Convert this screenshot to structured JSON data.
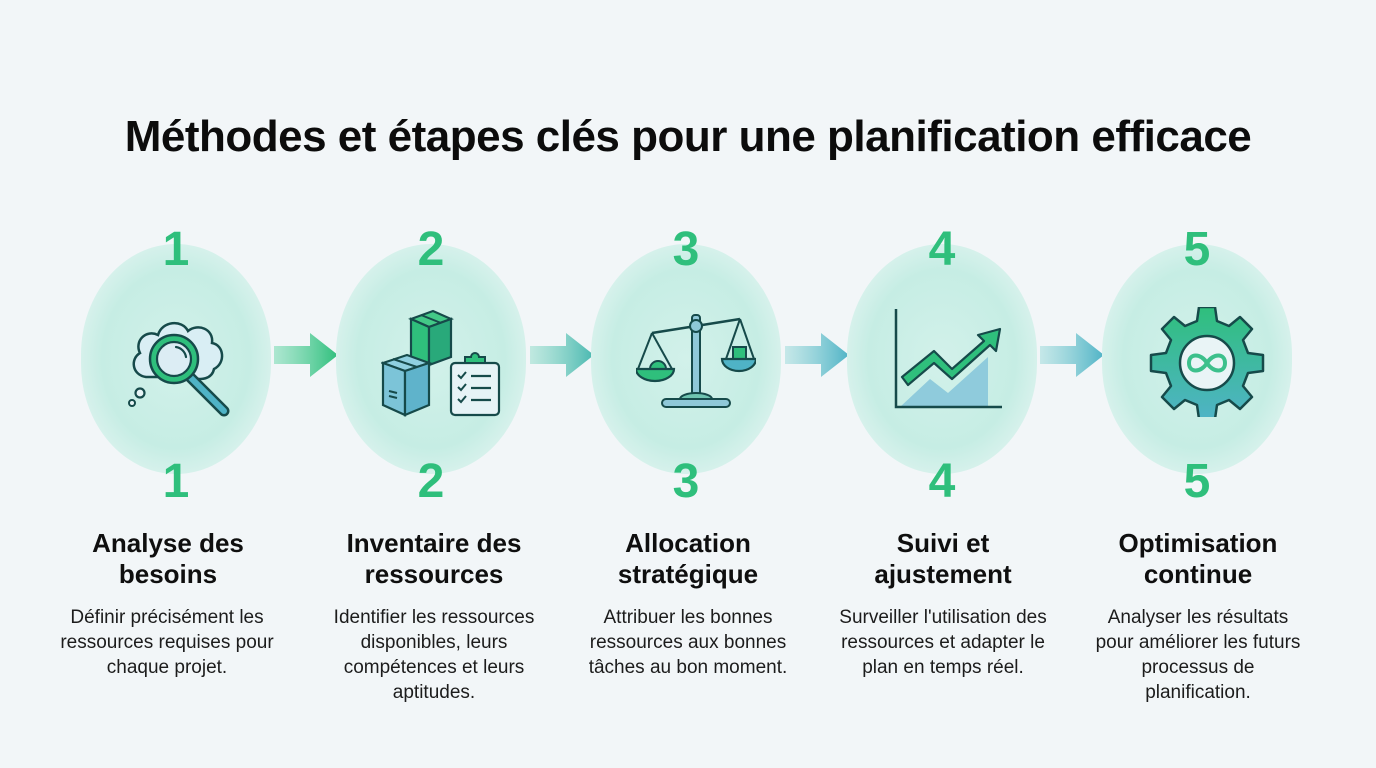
{
  "title": "Méthodes et étapes clés pour une planification efficace",
  "colors": {
    "background": "#f2f6f8",
    "accent_green": "#2fbf7c",
    "accent_teal": "#4fb3c6",
    "blob": "#c6ede4",
    "outline": "#164a4a"
  },
  "steps": [
    {
      "number": "1",
      "icon": "magnifier-cloud-icon",
      "title_line1": "Analyse des",
      "title_line2": "besoins",
      "description": "Définir précisément les ressources requises pour chaque projet."
    },
    {
      "number": "2",
      "icon": "boxes-checklist-icon",
      "title_line1": "Inventaire des",
      "title_line2": "ressources",
      "description": "Identifier les ressources disponibles, leurs compétences et leurs aptitudes."
    },
    {
      "number": "3",
      "icon": "balance-scale-icon",
      "title_line1": "Allocation",
      "title_line2": "stratégique",
      "description": "Attribuer les bonnes ressources aux bonnes tâches au bon moment."
    },
    {
      "number": "4",
      "icon": "growth-chart-icon",
      "title_line1": "Suivi et",
      "title_line2": "ajustement",
      "description": "Surveiller l'utilisation des ressources et adapter le plan en temps réel."
    },
    {
      "number": "5",
      "icon": "gear-infinity-icon",
      "title_line1": "Optimisation",
      "title_line2": "continue",
      "description": "Analyser les résultats pour améliorer les futurs processus de planification."
    }
  ]
}
